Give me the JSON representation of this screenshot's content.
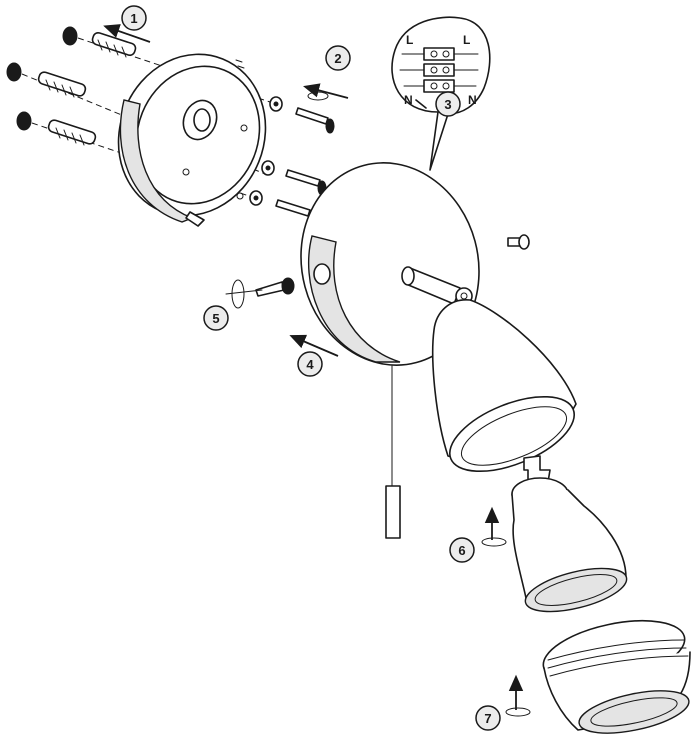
{
  "steps": [
    {
      "id": 1,
      "label": "1"
    },
    {
      "id": 2,
      "label": "2"
    },
    {
      "id": 3,
      "label": "3"
    },
    {
      "id": 4,
      "label": "4"
    },
    {
      "id": 5,
      "label": "5"
    },
    {
      "id": 6,
      "label": "6"
    },
    {
      "id": 7,
      "label": "7"
    }
  ],
  "wiring": {
    "live_left": "L",
    "live_right": "L",
    "neutral_left": "N",
    "neutral_right": "N"
  },
  "colors": {
    "line": "#1a1a1a",
    "badge_fill": "#ececec",
    "shade": "#e4e4e4"
  }
}
